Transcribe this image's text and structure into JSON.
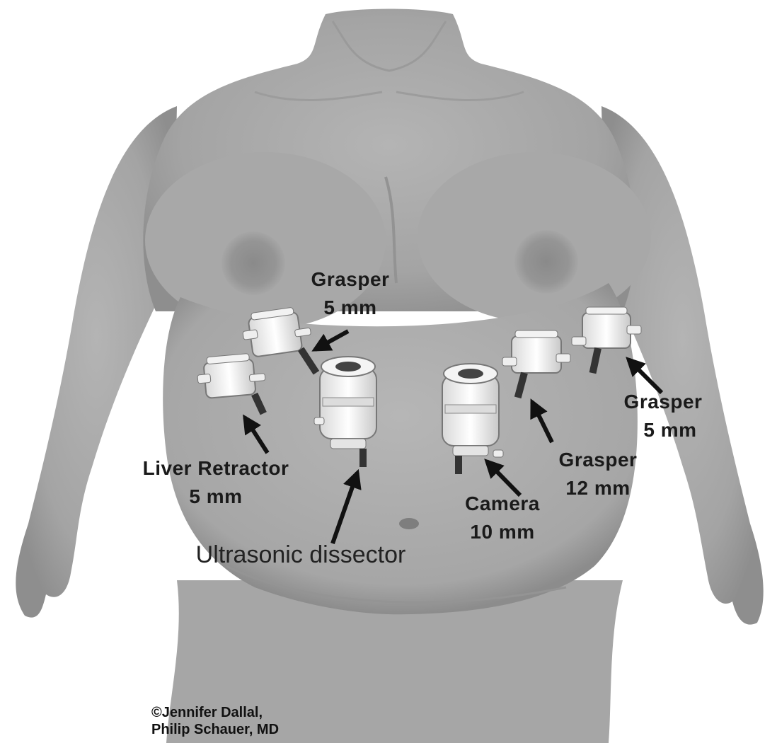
{
  "labels": {
    "grasper_upper_left": {
      "line1": "Grasper",
      "line2": "5 mm"
    },
    "liver_retractor": {
      "line1": "Liver Retractor",
      "line2": "5 mm"
    },
    "ultrasonic_dissector": {
      "line1": "Ultrasonic dissector"
    },
    "camera": {
      "line1": "Camera",
      "line2": "10 mm"
    },
    "grasper_mid_right": {
      "line1": "Grasper",
      "line2": "12 mm"
    },
    "grasper_far_right": {
      "line1": "Grasper",
      "line2": "5 mm"
    }
  },
  "credit": {
    "line1": "©Jennifer Dallal,",
    "line2": "Philip Schauer, MD"
  }
}
